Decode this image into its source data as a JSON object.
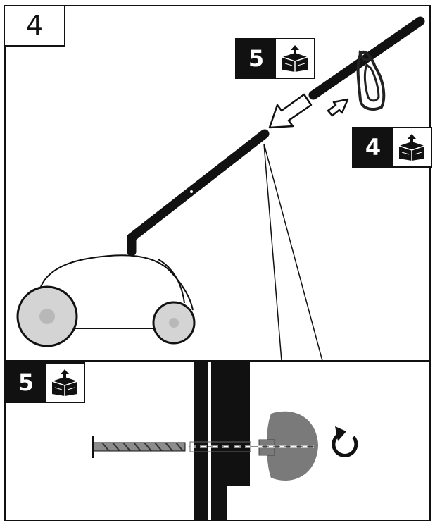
{
  "step": {
    "number": "4"
  },
  "badges": [
    {
      "id": "badge-part-5-top",
      "number": "5",
      "icon": "package-box-icon"
    },
    {
      "id": "badge-part-4",
      "number": "4",
      "icon": "package-box-icon"
    },
    {
      "id": "badge-part-5-detail",
      "number": "5",
      "icon": "package-box-icon"
    }
  ],
  "icons": {
    "rotate": "rotate-clockwise-icon",
    "arrow_large": "arrow-insert-icon",
    "arrow_small": "arrow-attach-icon",
    "clip": "cable-clip-icon"
  },
  "colors": {
    "line": "#111111",
    "wheel_fill": "#d4d4d4",
    "hub_fill": "#b8b8b8",
    "knob_fill": "#7a7a7a",
    "screw_fill": "#8c8c8c"
  }
}
